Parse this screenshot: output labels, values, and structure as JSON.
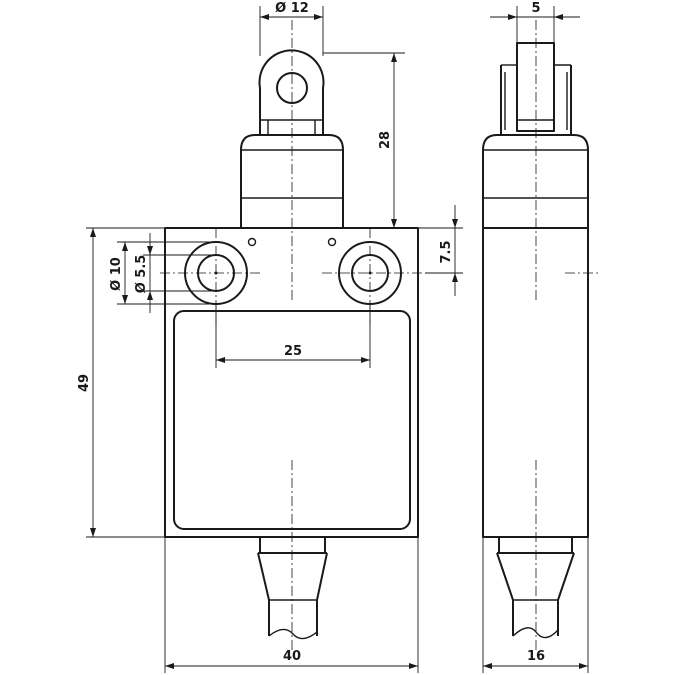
{
  "dimensions": {
    "roller_diameter": "Ø 12",
    "roller_width": "5",
    "actuator_height": "28",
    "hole_offset": "7.5",
    "counterbore_diameter": "Ø 10",
    "hole_diameter": "Ø 5.5",
    "hole_spacing": "25",
    "body_height": "49",
    "body_width": "40",
    "body_depth": "16"
  }
}
